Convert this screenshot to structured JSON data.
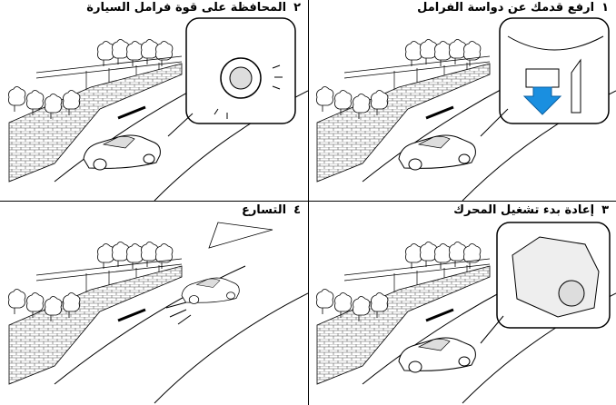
{
  "steps": [
    {
      "number": "١",
      "caption": "ارفع قدمك عن دواسة الفرامل",
      "inset": "brake-pedal-release"
    },
    {
      "number": "٢",
      "caption": "المحافظة على قوة فرامل السيارة",
      "inset": "brake-hold-indicator"
    },
    {
      "number": "٣",
      "caption": "إعادة بدء تشغيل المحرك",
      "inset": "engine-restart"
    },
    {
      "number": "٤",
      "caption": "التسارع",
      "inset": "none"
    }
  ],
  "colors": {
    "arrow": "#1a8fe0",
    "line": "#000000"
  }
}
